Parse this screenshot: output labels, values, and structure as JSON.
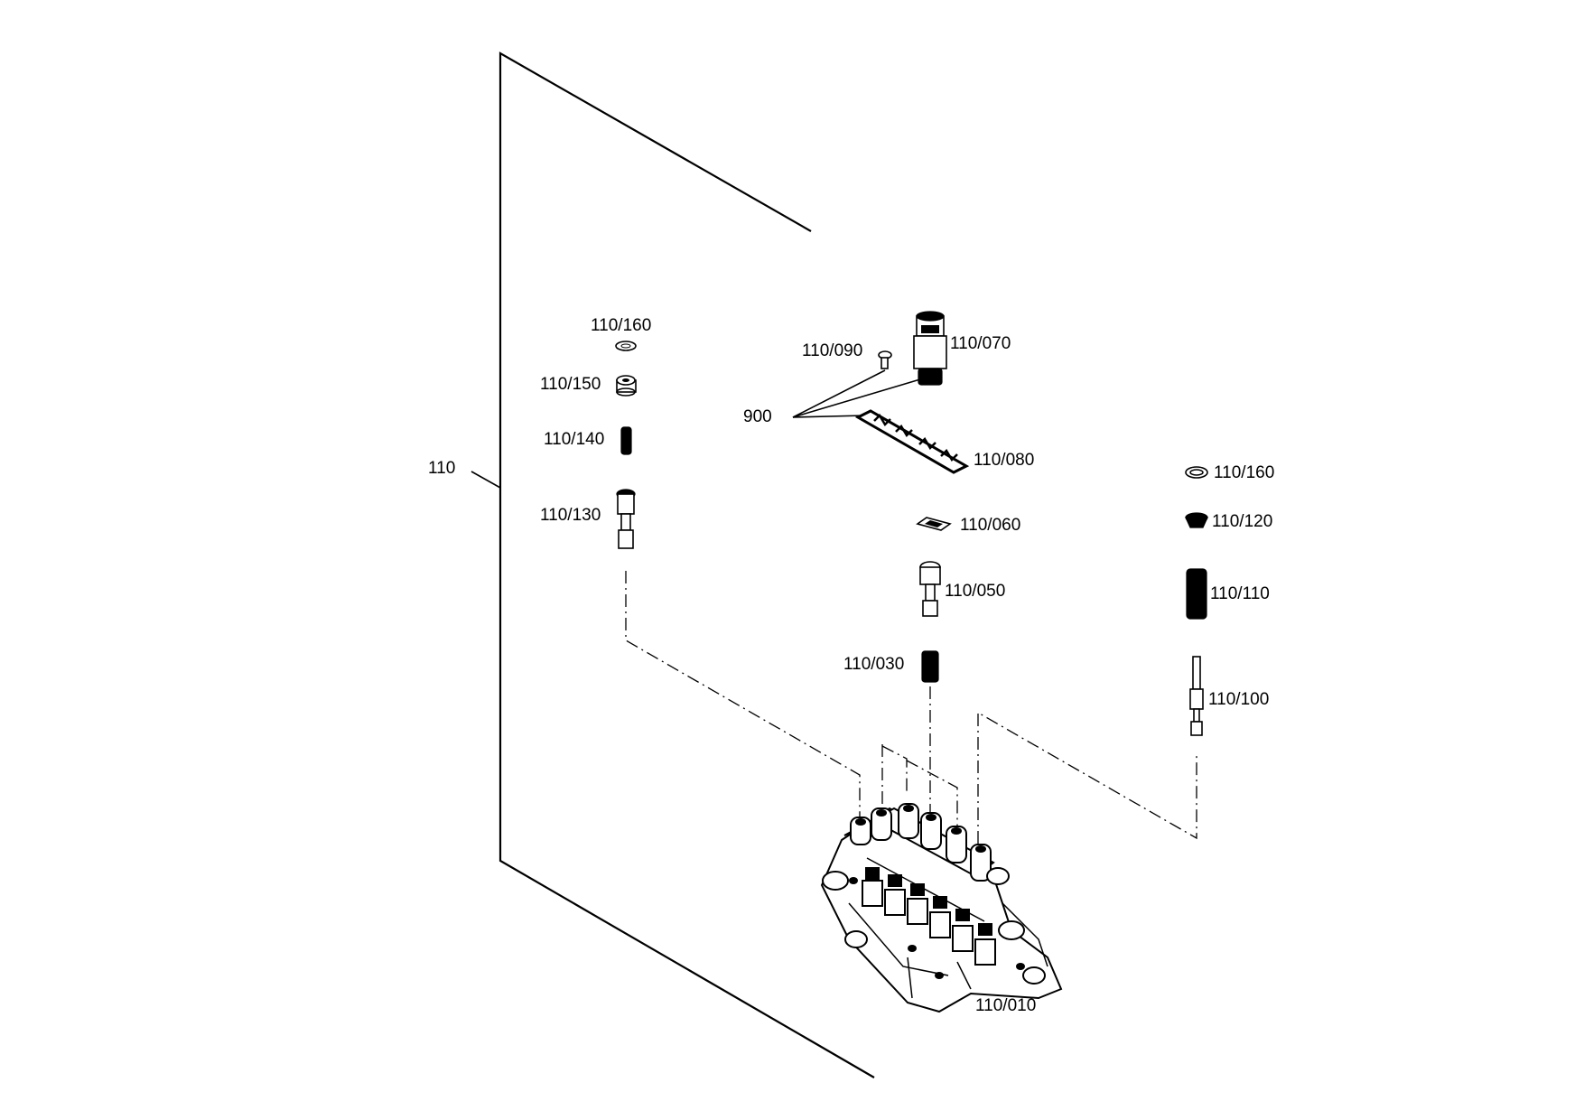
{
  "labels": {
    "assembly": "110",
    "l160_left": "110/160",
    "l150": "110/150",
    "l140": "110/140",
    "l130": "110/130",
    "l090": "110/090",
    "l070": "110/070",
    "kit": "900",
    "l080": "110/080",
    "l060": "110/060",
    "l050": "110/050",
    "l030": "110/030",
    "l010": "110/010",
    "l160_right": "110/160",
    "l120": "110/120",
    "l110": "110/110",
    "l100": "110/100"
  }
}
